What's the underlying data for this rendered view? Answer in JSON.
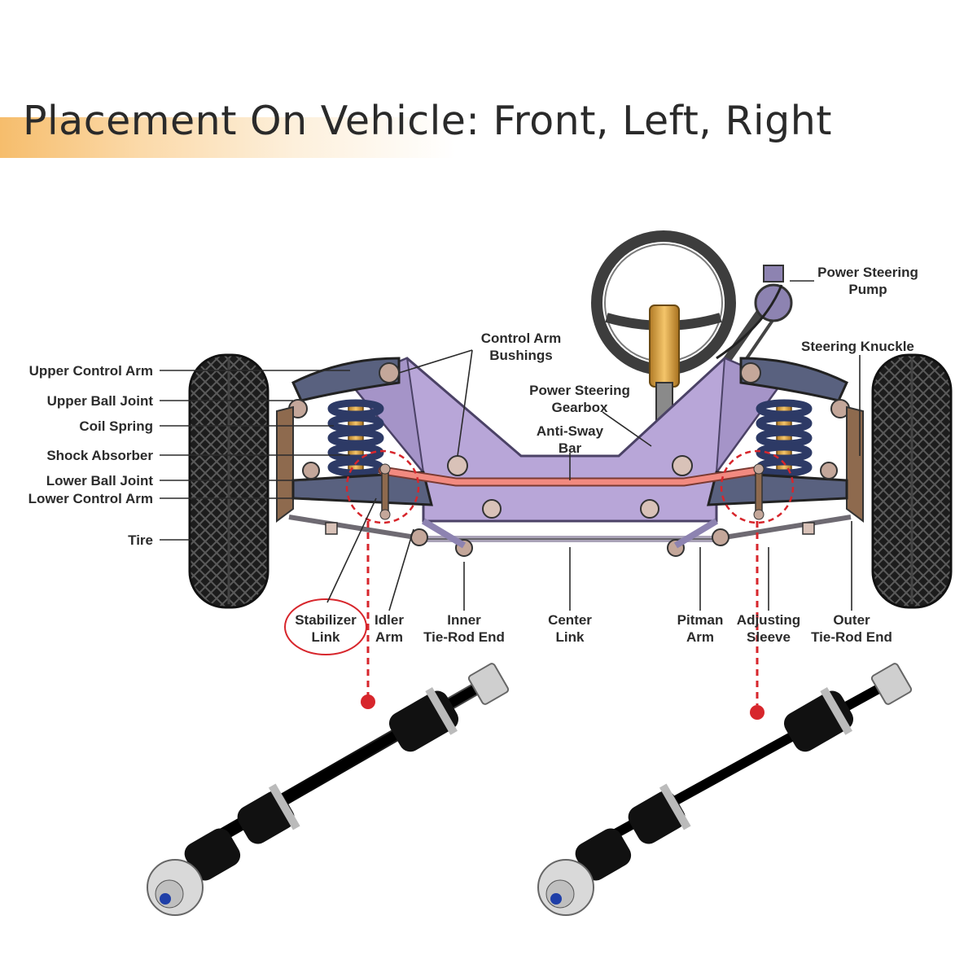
{
  "title": "Placement On Vehicle: Front, Left, Right",
  "colors": {
    "accent": "#f6bd6c",
    "frame": "#b8a6d8",
    "arm": "#59617f",
    "sway_bar": "#f28a80",
    "highlight": "#d7262c",
    "tire": "#1c1c1c",
    "link_part": "#111111"
  },
  "labels": {
    "upper_control_arm": "Upper Control Arm",
    "upper_ball_joint": "Upper Ball Joint",
    "coil_spring": "Coil Spring",
    "shock_absorber": "Shock Absorber",
    "lower_ball_joint": "Lower Ball Joint",
    "lower_control_arm": "Lower Control Arm",
    "tire": "Tire",
    "control_arm_bushings": [
      "Control Arm",
      "Bushings"
    ],
    "power_steering_gearbox": [
      "Power Steering",
      "Gearbox"
    ],
    "anti_sway_bar": [
      "Anti-Sway",
      "Bar"
    ],
    "power_steering_pump": [
      "Power Steering",
      "Pump"
    ],
    "steering_knuckle": "Steering Knuckle",
    "stabilizer_link": [
      "Stabilizer",
      "Link"
    ],
    "idler_arm": [
      "Idler",
      "Arm"
    ],
    "inner_tie_rod_end": [
      "Inner",
      "Tie-Rod End"
    ],
    "center_link": [
      "Center",
      "Link"
    ],
    "pitman_arm": [
      "Pitman",
      "Arm"
    ],
    "adjusting_sleeve": [
      "Adjusting",
      "Sleeve"
    ],
    "outer_tie_rod_end": [
      "Outer",
      "Tie-Rod End"
    ]
  }
}
